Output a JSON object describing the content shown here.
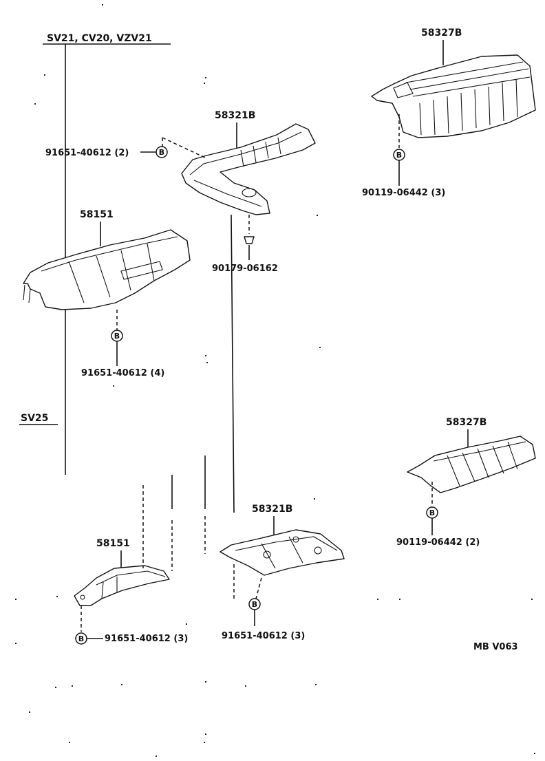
{
  "groups": {
    "top": "SV21, CV20, VZV21",
    "bottom": "SV25"
  },
  "parts": {
    "p58327_top": "58327B",
    "p58321_top": "58321B",
    "p58151_top": "58151",
    "p58327_bot": "58327B",
    "p58321_bot": "58321B",
    "p58151_bot": "58151"
  },
  "fasteners": {
    "f1": "91651-40612 (2)",
    "f2": "90119-06442 (3)",
    "f3": "90179-06162",
    "f4": "91651-40612 (4)",
    "f5": "90119-06442 (2)",
    "f6": "91651-40612 (3)",
    "f7": "91651-40612 (3)"
  },
  "bolt_letter": "B",
  "ref_code": "MB V063"
}
